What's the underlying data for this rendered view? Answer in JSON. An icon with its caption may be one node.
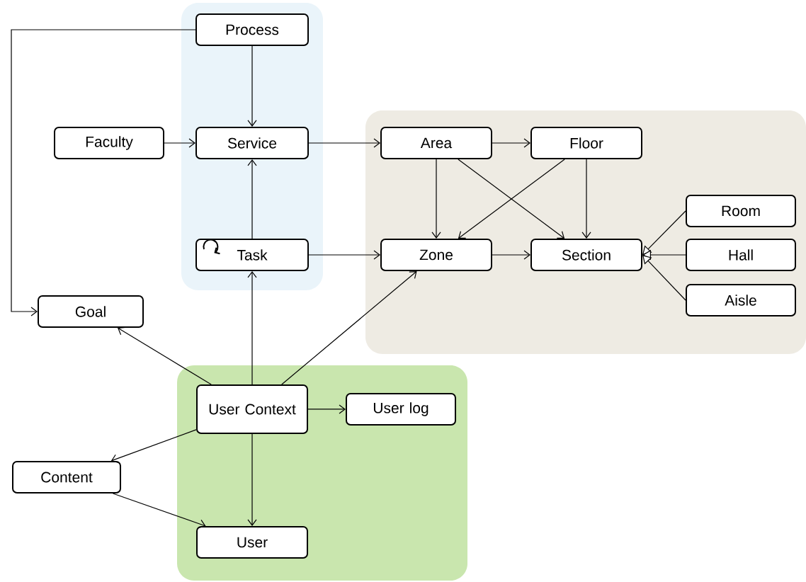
{
  "diagram": {
    "nodes": [
      {
        "text": [],
        "shape": "box"
      },
      {
        "text": [
          "Process"
        ],
        "in": 0
      },
      {
        "text": [
          "Service"
        ],
        "in": 0
      },
      {
        "text": [
          "Task"
        ],
        "in": 0
      },
      {
        "text": [
          "Faculty"
        ]
      },
      {
        "text": [],
        "shape": "box"
      },
      {
        "text": [
          "Area"
        ],
        "in": 5
      },
      {
        "text": [
          "Floor"
        ],
        "in": 5
      },
      {
        "text": [
          "Zone"
        ],
        "in": 5
      },
      {
        "text": [
          "Section"
        ],
        "in": 5
      },
      {
        "text": [
          "Room"
        ],
        "in": 5
      },
      {
        "text": [
          "Hall"
        ],
        "in": 5
      },
      {
        "text": [
          "Aisle"
        ],
        "in": 5
      },
      {
        "text": [
          "Goal"
        ]
      },
      {
        "text": [],
        "shape": "box"
      },
      {
        "text": [
          "User Context"
        ],
        "in": 14
      },
      {
        "text": [
          "User log"
        ],
        "in": 14
      },
      {
        "text": [
          "Content"
        ]
      },
      {
        "text": [
          "User"
        ],
        "in": 14
      }
    ],
    "edges": [
      {
        "from": 1,
        "to": 13,
        "arrow": "to"
      },
      {
        "from": 1,
        "to": 2,
        "arrow": "to"
      },
      {
        "from": 4,
        "to": 2,
        "arrow": "to"
      },
      {
        "from": 3,
        "to": 2,
        "arrow": "to"
      },
      {
        "from": 2,
        "to": 6,
        "arrow": "to"
      },
      {
        "from": 3,
        "to": 8,
        "arrow": "to"
      },
      {
        "from": 6,
        "to": 7,
        "arrow": "to"
      },
      {
        "from": 6,
        "to": 8,
        "arrow": "to"
      },
      {
        "from": 6,
        "to": 9,
        "arrow": "to"
      },
      {
        "from": 7,
        "to": 8,
        "arrow": "to"
      },
      {
        "from": 7,
        "to": 9,
        "arrow": "to"
      },
      {
        "from": 8,
        "to": 9,
        "arrow": "to"
      },
      {
        "from": 10,
        "to": 9,
        "arrow": "to"
      },
      {
        "from": 11,
        "to": 9,
        "arrow": "to"
      },
      {
        "from": 12,
        "to": 9,
        "arrow": "to"
      },
      {
        "from": 15,
        "to": 3,
        "arrow": "to"
      },
      {
        "from": 15,
        "to": 8,
        "arrow": "to"
      },
      {
        "from": 15,
        "to": 13,
        "arrow": "to"
      },
      {
        "from": 15,
        "to": 16,
        "arrow": "to"
      },
      {
        "from": 15,
        "to": 17,
        "arrow": "to"
      },
      {
        "from": 15,
        "to": 18,
        "arrow": "to"
      },
      {
        "from": 17,
        "to": 18,
        "arrow": "to"
      }
    ]
  }
}
